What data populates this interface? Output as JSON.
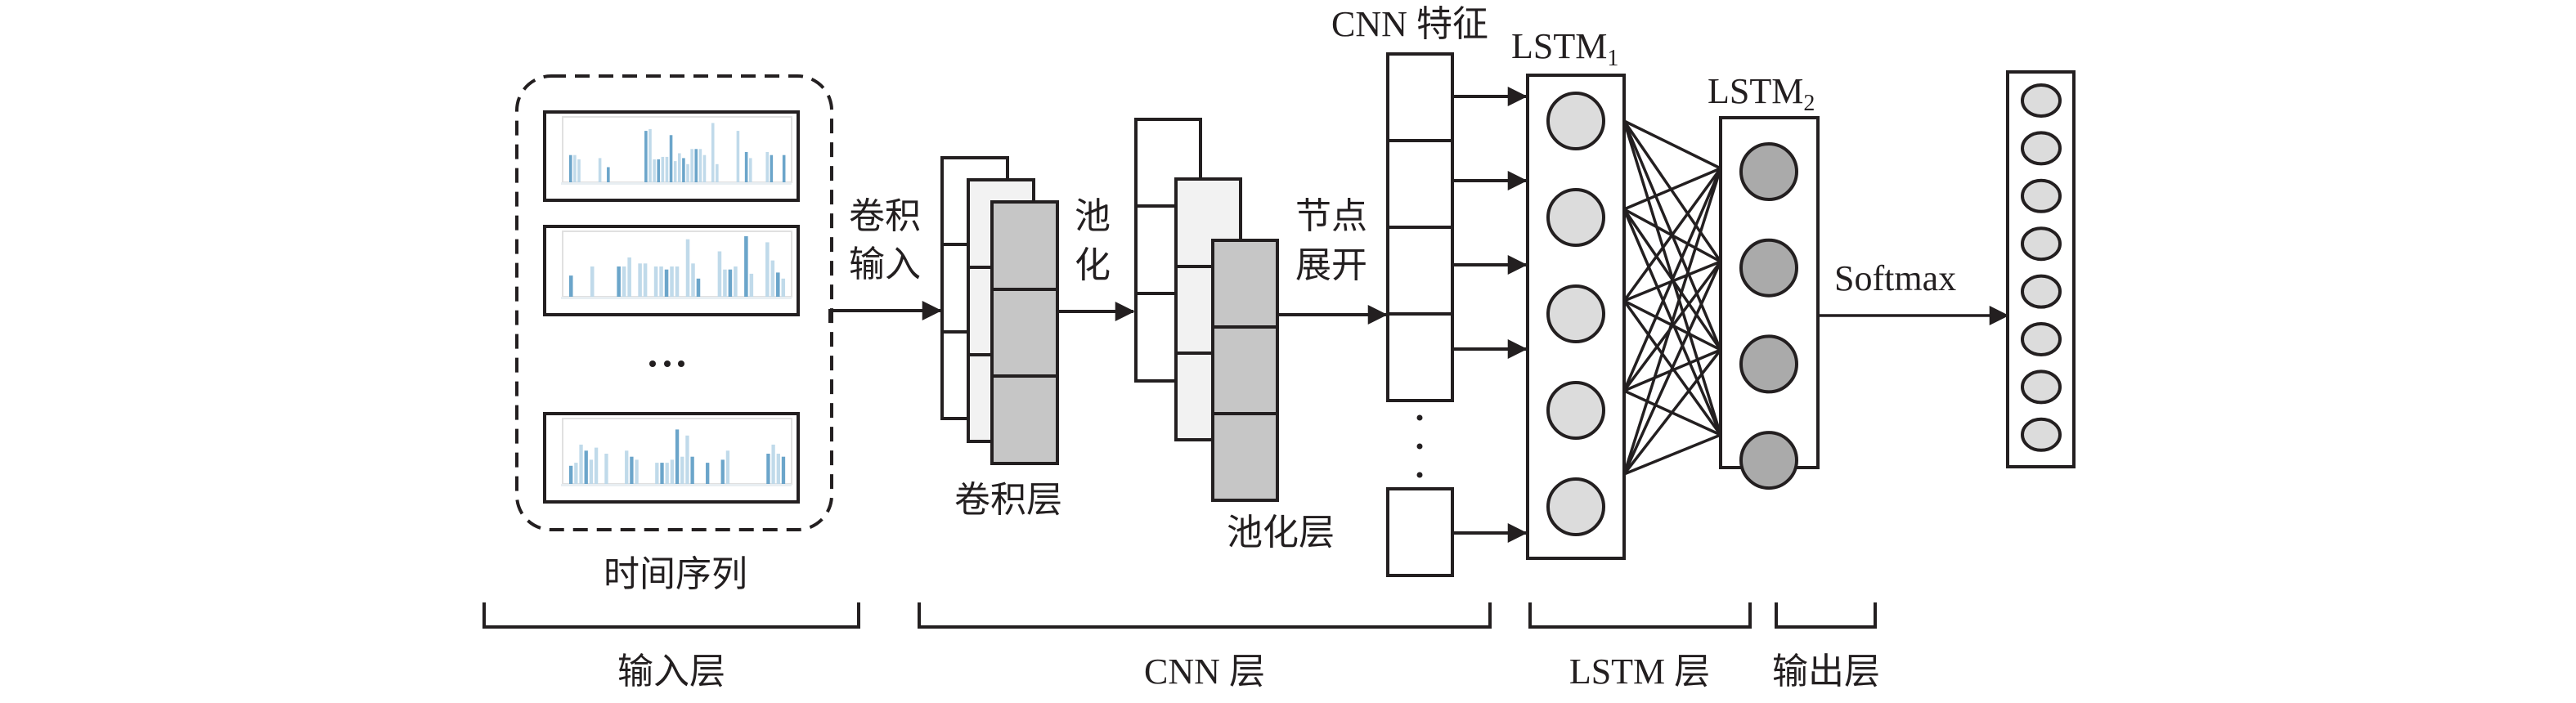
{
  "colors": {
    "stroke": "#231f20",
    "conv_back": "#ffffff",
    "conv_mid": "#f2f2f2",
    "conv_front": "#c6c6c6",
    "lstm1_node": "#dcdcdc",
    "lstm2_node": "#aaaaaa",
    "output_node": "#dcdcdc",
    "series_bar": "#5b9bc4",
    "series_bar_light": "#b9d6e8"
  },
  "input": {
    "caption": "时间序列",
    "ellipsis": "…",
    "series_count_shown": 3
  },
  "arrows": {
    "conv_input_line1": "卷积",
    "conv_input_line2": "输入",
    "pool_line1": "池",
    "pool_line2": "化",
    "flatten_line1": "节点",
    "flatten_line2": "展开",
    "softmax": "Softmax"
  },
  "cnn": {
    "conv_layer_label": "卷积层",
    "pool_layer_label": "池化层",
    "features_title": "CNN 特征",
    "feature_cells": 4,
    "feature_ellipsis": "⋮"
  },
  "lstm": {
    "lstm1_title": "LSTM",
    "lstm1_sub": "1",
    "lstm1_nodes": 5,
    "lstm2_title": "LSTM",
    "lstm2_sub": "2",
    "lstm2_nodes": 4
  },
  "output": {
    "nodes": 8
  },
  "sections": [
    {
      "label": "输入层"
    },
    {
      "label": "CNN 层"
    },
    {
      "label": "LSTM 层"
    },
    {
      "label": "输出层"
    }
  ],
  "thumbnails": [
    {
      "bars": [
        0.45,
        0.45,
        0.38,
        0,
        0,
        0,
        0,
        0.4,
        0,
        0.25,
        0,
        0,
        0,
        0,
        0,
        0,
        0,
        0,
        0.85,
        0.88,
        0.38,
        0.38,
        0.42,
        0.42,
        0.78,
        0.35,
        0.48,
        0.4,
        0.3,
        0.55,
        0.55,
        0.55,
        0.45,
        0,
        0.98,
        0.3,
        0,
        0,
        0,
        0,
        0.85,
        0,
        0.5,
        0.4,
        0,
        0,
        0,
        0.5,
        0.45,
        0,
        0,
        0.45
      ]
    },
    {
      "bars": [
        0.35,
        0,
        0,
        0,
        0.5,
        0,
        0,
        0,
        0,
        0.5,
        0.5,
        0.65,
        0,
        0.55,
        0.55,
        0,
        0.5,
        0.5,
        0.45,
        0.5,
        0.5,
        0,
        0.95,
        0.55,
        0.3,
        0,
        0,
        0,
        0.75,
        0.45,
        0.45,
        0.5,
        0,
        1.0,
        0.38,
        0,
        0,
        0.9,
        0.6,
        0.4,
        0.3
      ]
    },
    {
      "bars": [
        0.3,
        0.35,
        0.65,
        0.55,
        0.4,
        0.6,
        0,
        0.5,
        0,
        0,
        0,
        0.55,
        0.45,
        0.4,
        0,
        0,
        0,
        0.35,
        0.35,
        0.35,
        0.4,
        0.9,
        0.45,
        0.8,
        0.45,
        0,
        0,
        0.35,
        0,
        0,
        0.4,
        0.55,
        0,
        0,
        0,
        0,
        0,
        0,
        0,
        0.5,
        0.65,
        0.5,
        0.45
      ]
    }
  ]
}
